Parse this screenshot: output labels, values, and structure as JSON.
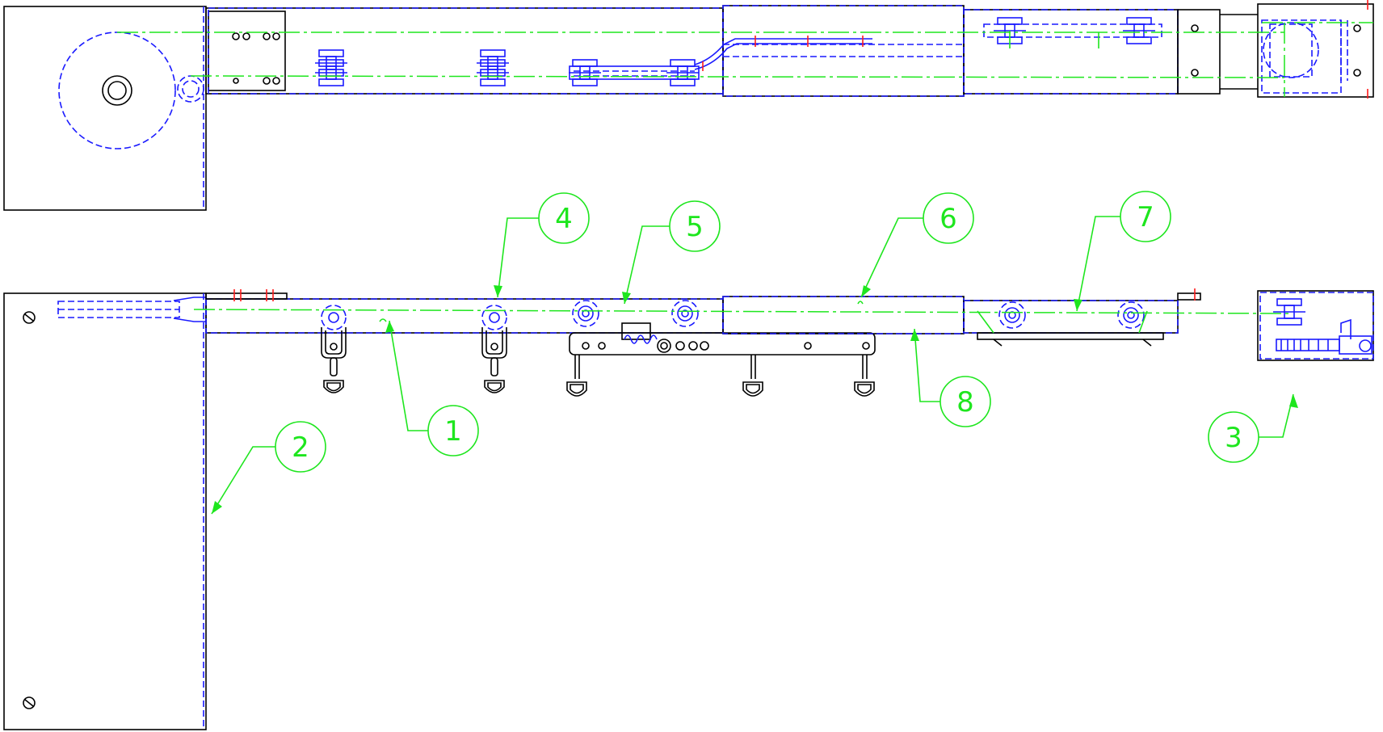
{
  "drawing": {
    "line_colors": {
      "visible": "#000000",
      "hidden": "#1a1aff",
      "centerline": "#1ee61e",
      "marks": "#ff1a1a"
    },
    "balloons": [
      {
        "id": "balloon-1",
        "label": "1"
      },
      {
        "id": "balloon-2",
        "label": "2"
      },
      {
        "id": "balloon-3",
        "label": "3"
      },
      {
        "id": "balloon-4",
        "label": "4"
      },
      {
        "id": "balloon-5",
        "label": "5"
      },
      {
        "id": "balloon-6",
        "label": "6"
      },
      {
        "id": "balloon-7",
        "label": "7"
      },
      {
        "id": "balloon-8",
        "label": "8"
      }
    ]
  }
}
